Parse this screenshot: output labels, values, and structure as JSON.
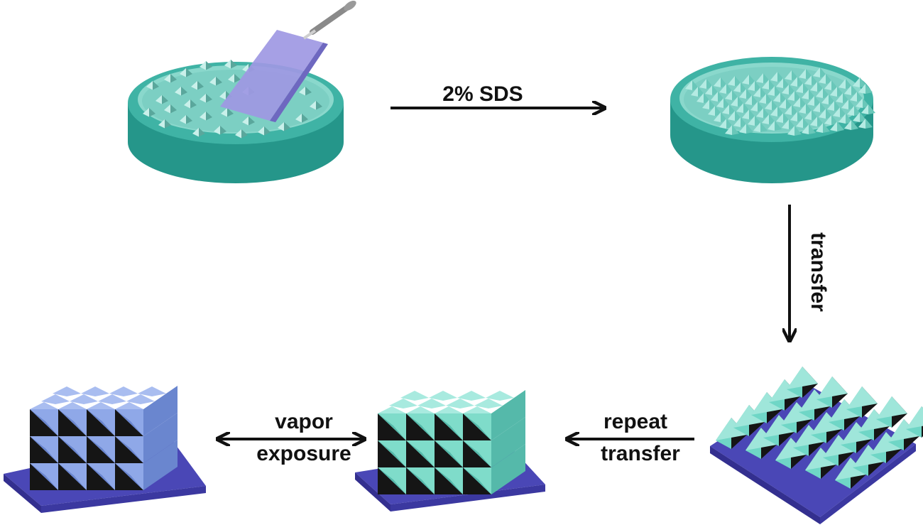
{
  "labels": {
    "step1": "2% SDS",
    "step2": "transfer",
    "step3_line1": "repeat",
    "step3_line2": "transfer",
    "step4_line1": "vapor",
    "step4_line2": "exposure"
  },
  "colors": {
    "dish": "#2fa898",
    "dish_dark": "#1f8074",
    "dish_inner": "#6fcfc1",
    "crystal": "#6fd6c6",
    "crystal_dark": "#151515",
    "crystal_blue": "#8aa6e8",
    "substrate": "#4a47b6",
    "substrate_side": "#332f8f",
    "slide": "#9b95e0",
    "arrow": "#111111"
  },
  "icons": {
    "dish_left": "petri-dish-with-crystals-icon",
    "dish_right": "petri-dish-with-monolayer-icon",
    "dropper": "dropper-icon",
    "film_single": "single-layer-film-icon",
    "film_multi": "multilayer-film-icon",
    "film_exposed": "vapor-exposed-film-icon"
  }
}
